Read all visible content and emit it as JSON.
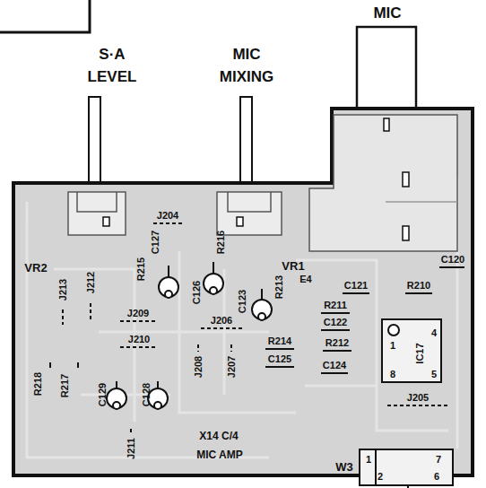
{
  "diagram": {
    "nodes": [
      {
        "text": [
          "IC17",
          "1",
          "4",
          "8",
          "5"
        ]
      },
      {
        "text": [
          "W3",
          "1",
          "2",
          "7",
          "6"
        ]
      }
    ],
    "labels": [
      "S·A LEVEL",
      "MIC MIXING",
      "MIC",
      "VR2",
      "J204",
      "C127",
      "R216",
      "R215",
      "J213",
      "J212",
      "C126",
      "VR1",
      "R213",
      "C123",
      "E4",
      "C121",
      "C120",
      "R210",
      "J209",
      "J206",
      "R211",
      "R214",
      "C122",
      "J210",
      "R212",
      "C125",
      "C124",
      "R218",
      "R217",
      "J208",
      "J207",
      "C129",
      "C128",
      "J205",
      "J211",
      "X14 C/4",
      "MIC AMP"
    ]
  }
}
